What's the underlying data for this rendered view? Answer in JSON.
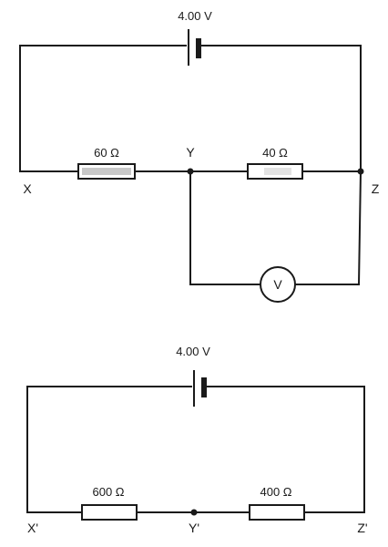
{
  "circuit1": {
    "battery_label": "4.00 V",
    "r1_label": "60 Ω",
    "r2_label": "40 Ω",
    "node_x": "X",
    "node_y": "Y",
    "node_z": "Z",
    "voltmeter_label": "V"
  },
  "circuit2": {
    "battery_label": "4.00 V",
    "r1_label": "600 Ω",
    "r2_label": "400 Ω",
    "node_x": "X'",
    "node_y": "Y'",
    "node_z": "Z'"
  }
}
